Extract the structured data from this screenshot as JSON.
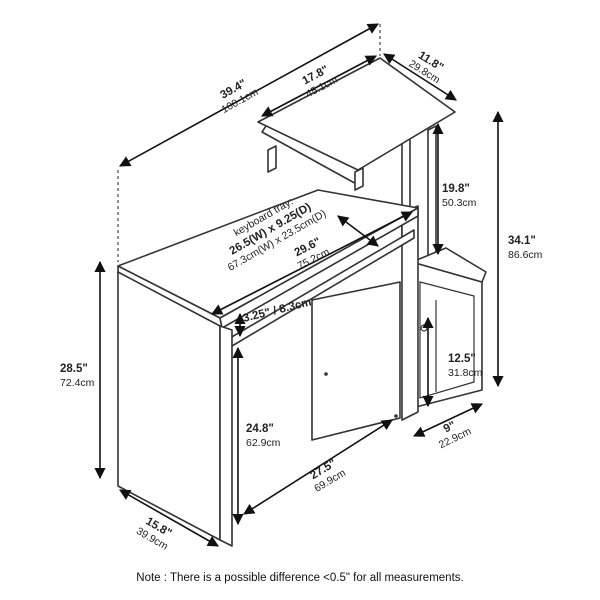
{
  "dimensions": {
    "overall_width": {
      "imperial": "39.4\"",
      "metric": "100.1cm"
    },
    "shelf_width": {
      "imperial": "17.8\"",
      "metric": "45.1cm"
    },
    "shelf_depth": {
      "imperial": "11.8\"",
      "metric": "29.8cm"
    },
    "shelf_clearance": {
      "imperial": "19.8\"",
      "metric": "50.3cm"
    },
    "total_height": {
      "imperial": "34.1\"",
      "metric": "86.6cm"
    },
    "keyboard_tray": {
      "title": "keyboard tray:",
      "imperial": "26.5(W) x 9.25(D)",
      "metric": "67.3cm(W) x 23.5cm(D)"
    },
    "desk_width": {
      "imperial": "29.6\"",
      "metric": "75.2cm"
    },
    "tray_height": {
      "text": "3.25\" / 8.3cm"
    },
    "desk_height": {
      "imperial": "28.5\"",
      "metric": "72.4cm"
    },
    "cubby_height": {
      "imperial": "12.5\"",
      "metric": "31.8cm"
    },
    "leg_clearance_height": {
      "imperial": "24.8\"",
      "metric": "62.9cm"
    },
    "leg_clearance_width": {
      "imperial": "27.5\"",
      "metric": "69.9cm"
    },
    "cubby_width": {
      "imperial": "9\"",
      "metric": "22.9cm"
    },
    "desk_depth": {
      "imperial": "15.8\"",
      "metric": "39.9cm"
    }
  },
  "note": "Note : There is a possible difference <0.5\" for all measurements."
}
